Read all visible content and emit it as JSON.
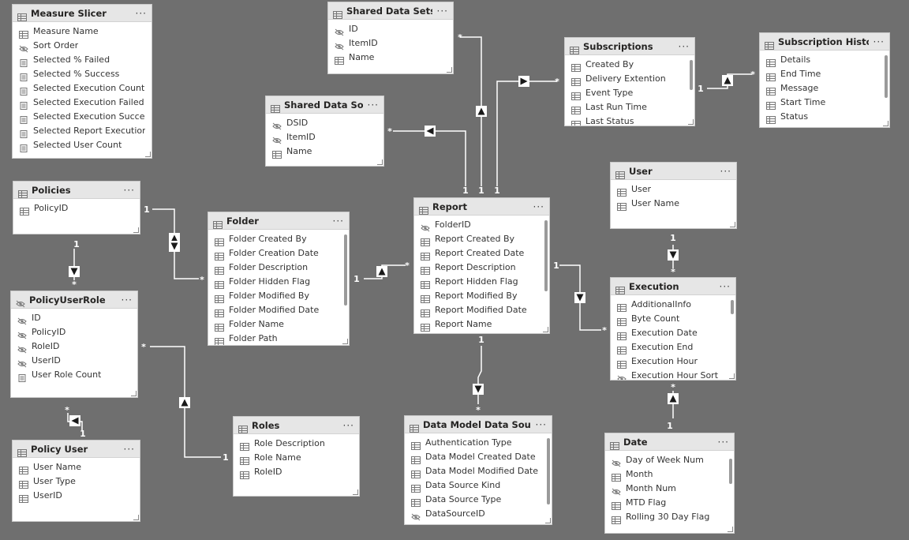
{
  "tables": [
    {
      "id": "measure-slicer",
      "title": "Measure Slicer",
      "fields": [
        {
          "name": "Measure Name",
          "icon": "column-icon"
        },
        {
          "name": "Sort Order",
          "icon": "hidden-icon"
        },
        {
          "name": "Selected % Failed",
          "icon": "measure-icon"
        },
        {
          "name": "Selected % Success",
          "icon": "measure-icon"
        },
        {
          "name": "Selected Execution Count",
          "icon": "measure-icon"
        },
        {
          "name": "Selected Execution Failed Co...",
          "icon": "measure-icon"
        },
        {
          "name": "Selected Execution Success C...",
          "icon": "measure-icon"
        },
        {
          "name": "Selected Report Execution Co...",
          "icon": "measure-icon"
        },
        {
          "name": "Selected User Count",
          "icon": "measure-icon"
        }
      ]
    },
    {
      "id": "shared-data-sets",
      "title": "Shared Data Sets",
      "fields": [
        {
          "name": "ID",
          "icon": "hidden-icon"
        },
        {
          "name": "ItemID",
          "icon": "hidden-icon"
        },
        {
          "name": "Name",
          "icon": "column-icon"
        }
      ]
    },
    {
      "id": "subscriptions",
      "title": "Subscriptions",
      "scroll": true,
      "fields": [
        {
          "name": "Created By",
          "icon": "column-icon"
        },
        {
          "name": "Delivery Extention",
          "icon": "column-icon"
        },
        {
          "name": "Event Type",
          "icon": "column-icon"
        },
        {
          "name": "Last Run Time",
          "icon": "column-icon"
        },
        {
          "name": "Last Status",
          "icon": "column-icon"
        }
      ]
    },
    {
      "id": "subscription-history",
      "title": "Subscription History",
      "scroll": true,
      "fields": [
        {
          "name": "Details",
          "icon": "column-icon"
        },
        {
          "name": "End Time",
          "icon": "column-icon"
        },
        {
          "name": "Message",
          "icon": "column-icon"
        },
        {
          "name": "Start Time",
          "icon": "column-icon"
        },
        {
          "name": "Status",
          "icon": "column-icon"
        }
      ]
    },
    {
      "id": "shared-data-sources",
      "title": "Shared Data Sources",
      "fields": [
        {
          "name": "DSID",
          "icon": "hidden-icon"
        },
        {
          "name": "ItemID",
          "icon": "hidden-icon"
        },
        {
          "name": "Name",
          "icon": "column-icon"
        }
      ]
    },
    {
      "id": "user",
      "title": "User",
      "fields": [
        {
          "name": "User",
          "icon": "column-icon"
        },
        {
          "name": "User Name",
          "icon": "column-icon"
        }
      ]
    },
    {
      "id": "policies",
      "title": "Policies",
      "fields": [
        {
          "name": "PolicyID",
          "icon": "column-icon"
        }
      ]
    },
    {
      "id": "folder",
      "title": "Folder",
      "scroll": true,
      "fields": [
        {
          "name": "Folder Created By",
          "icon": "column-icon"
        },
        {
          "name": "Folder Creation Date",
          "icon": "column-icon"
        },
        {
          "name": "Folder Description",
          "icon": "column-icon"
        },
        {
          "name": "Folder Hidden Flag",
          "icon": "column-icon"
        },
        {
          "name": "Folder Modified By",
          "icon": "column-icon"
        },
        {
          "name": "Folder Modified Date",
          "icon": "column-icon"
        },
        {
          "name": "Folder Name",
          "icon": "column-icon"
        },
        {
          "name": "Folder Path",
          "icon": "column-icon"
        }
      ]
    },
    {
      "id": "report",
      "title": "Report",
      "scroll": true,
      "fields": [
        {
          "name": "FolderID",
          "icon": "hidden-icon"
        },
        {
          "name": "Report Created By",
          "icon": "column-icon"
        },
        {
          "name": "Report Created Date",
          "icon": "column-icon"
        },
        {
          "name": "Report Description",
          "icon": "column-icon"
        },
        {
          "name": "Report Hidden Flag",
          "icon": "column-icon"
        },
        {
          "name": "Report Modified By",
          "icon": "column-icon"
        },
        {
          "name": "Report Modified Date",
          "icon": "column-icon"
        },
        {
          "name": "Report Name",
          "icon": "column-icon"
        }
      ]
    },
    {
      "id": "execution",
      "title": "Execution",
      "scroll": true,
      "fields": [
        {
          "name": "AdditionalInfo",
          "icon": "column-icon"
        },
        {
          "name": "Byte Count",
          "icon": "column-icon"
        },
        {
          "name": "Execution Date",
          "icon": "column-icon"
        },
        {
          "name": "Execution End",
          "icon": "column-icon"
        },
        {
          "name": "Execution Hour",
          "icon": "column-icon"
        },
        {
          "name": "Execution Hour Sort",
          "icon": "hidden-icon"
        }
      ]
    },
    {
      "id": "policy-user-role",
      "title": "PolicyUserRole",
      "titleIcon": "hidden-icon",
      "fields": [
        {
          "name": "ID",
          "icon": "hidden-icon"
        },
        {
          "name": "PolicyID",
          "icon": "hidden-icon"
        },
        {
          "name": "RoleID",
          "icon": "hidden-icon"
        },
        {
          "name": "UserID",
          "icon": "hidden-icon"
        },
        {
          "name": "User Role Count",
          "icon": "measure-icon"
        }
      ]
    },
    {
      "id": "roles",
      "title": "Roles",
      "fields": [
        {
          "name": "Role Description",
          "icon": "column-icon"
        },
        {
          "name": "Role Name",
          "icon": "column-icon"
        },
        {
          "name": "RoleID",
          "icon": "column-icon"
        }
      ]
    },
    {
      "id": "data-model-data-source",
      "title": "Data Model Data Source",
      "scroll": true,
      "fields": [
        {
          "name": "Authentication Type",
          "icon": "column-icon"
        },
        {
          "name": "Data Model Created Date",
          "icon": "column-icon"
        },
        {
          "name": "Data Model Modified Date",
          "icon": "column-icon"
        },
        {
          "name": "Data Source Kind",
          "icon": "column-icon"
        },
        {
          "name": "Data Source Type",
          "icon": "column-icon"
        },
        {
          "name": "DataSourceID",
          "icon": "hidden-icon"
        }
      ]
    },
    {
      "id": "policy-user",
      "title": "Policy User",
      "fields": [
        {
          "name": "User Name",
          "icon": "column-icon"
        },
        {
          "name": "User Type",
          "icon": "column-icon"
        },
        {
          "name": "UserID",
          "icon": "column-icon"
        }
      ]
    },
    {
      "id": "date",
      "title": "Date",
      "scroll": true,
      "fields": [
        {
          "name": "Day of Week Num",
          "icon": "hidden-icon"
        },
        {
          "name": "Month",
          "icon": "column-icon"
        },
        {
          "name": "Month Num",
          "icon": "hidden-icon"
        },
        {
          "name": "MTD Flag",
          "icon": "column-icon"
        },
        {
          "name": "Rolling 30 Day Flag",
          "icon": "column-icon"
        }
      ]
    }
  ],
  "relationships": [
    {
      "from": "shared-data-sets",
      "to": "report",
      "from_card": "*",
      "to_card": "1"
    },
    {
      "from": "shared-data-sources",
      "to": "report",
      "from_card": "*",
      "to_card": "1"
    },
    {
      "from": "subscriptions",
      "to": "report",
      "from_card": "*",
      "to_card": "1"
    },
    {
      "from": "subscription-history",
      "to": "subscriptions",
      "from_card": "*",
      "to_card": "1"
    },
    {
      "from": "folder",
      "to": "policies",
      "from_card": "*",
      "to_card": "1"
    },
    {
      "from": "report",
      "to": "folder",
      "from_card": "*",
      "to_card": "1"
    },
    {
      "from": "execution",
      "to": "report",
      "from_card": "*",
      "to_card": "1"
    },
    {
      "from": "execution",
      "to": "user",
      "from_card": "*",
      "to_card": "1"
    },
    {
      "from": "policy-user-role",
      "to": "policies",
      "from_card": "*",
      "to_card": "1"
    },
    {
      "from": "policy-user-role",
      "to": "roles",
      "from_card": "*",
      "to_card": "1"
    },
    {
      "from": "policy-user-role",
      "to": "policy-user",
      "from_card": "*",
      "to_card": "1"
    },
    {
      "from": "data-model-data-source",
      "to": "report",
      "from_card": "*",
      "to_card": "1"
    },
    {
      "from": "execution",
      "to": "date",
      "from_card": "*",
      "to_card": "1"
    }
  ],
  "more_label": "···",
  "colors": {
    "canvas": "#6f6f6f",
    "header": "#e6e6e6",
    "line": "#ffffff"
  }
}
